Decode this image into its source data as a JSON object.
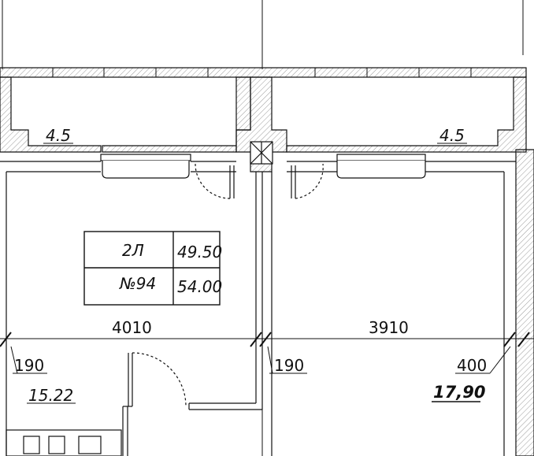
{
  "labels": {
    "balcony_area_left": "4.5",
    "balcony_area_right": "4.5",
    "room_width_left": "4010",
    "room_width_right": "3910",
    "wall_dim_left": "190",
    "wall_dim_mid": "190",
    "wall_dim_right": "400",
    "room_area_left": "15.22",
    "room_area_right": "17,90"
  },
  "apartment_box": {
    "type": "2Л",
    "number": "№94",
    "living_area": "49.50",
    "total_area": "54.00"
  },
  "colors": {
    "line": "#111111",
    "wall_hatch": "#9a9a9a",
    "dim_text": "#222222"
  }
}
